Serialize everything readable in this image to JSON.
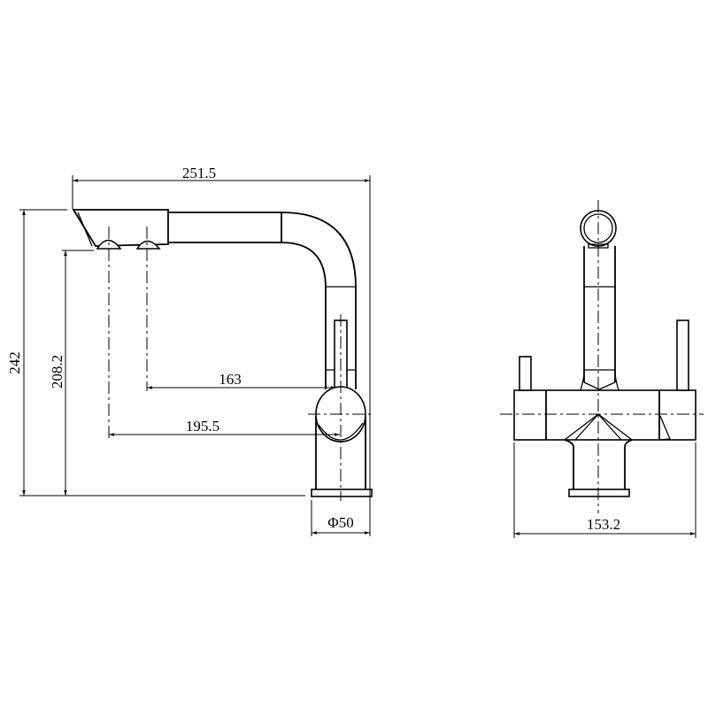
{
  "drawing": {
    "side_view": {
      "dimensions": {
        "overall_reach": "251.5",
        "overall_height": "242",
        "spout_outlet_height": "208.2",
        "reach_outlet_1": "163",
        "reach_outlet_2": "195.5",
        "base_diameter": "Φ50"
      }
    },
    "front_view": {
      "dimensions": {
        "overall_width": "153.2"
      }
    },
    "line_color": "#000000",
    "background_color": "#ffffff"
  }
}
